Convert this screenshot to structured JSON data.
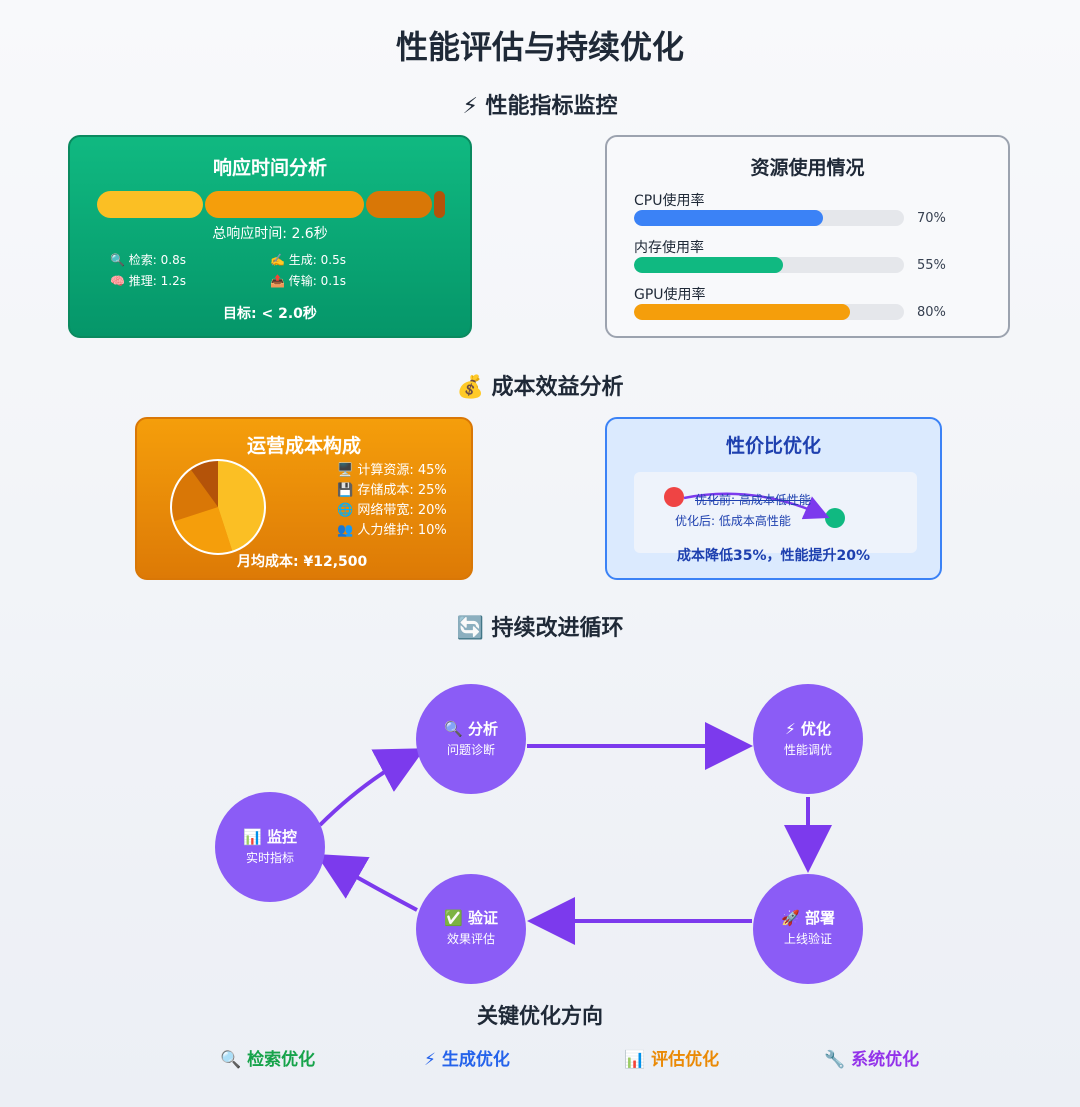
{
  "page_title": "性能评估与持续优化",
  "sections": {
    "metrics": "⚡ 性能指标监控",
    "cost": "💰 成本效益分析",
    "cycle": "🔄 持续改进循环"
  },
  "response_card": {
    "title": "响应时间分析",
    "total": "总响应时间: 2.6秒",
    "target": "目标: < 2.0秒",
    "segments": [
      {
        "name": "检索",
        "seconds": 0.8,
        "color": "#fbbf24"
      },
      {
        "name": "推理",
        "seconds": 1.2,
        "color": "#f59e0b"
      },
      {
        "name": "生成",
        "seconds": 0.5,
        "color": "#d97706"
      },
      {
        "name": "传输",
        "seconds": 0.1,
        "color": "#b45309"
      }
    ],
    "stats": {
      "retrieve": "🔍 检索: 0.8s",
      "generate": "✍️ 生成: 0.5s",
      "reason": "🧠 推理: 1.2s",
      "transfer": "📤 传输: 0.1s"
    }
  },
  "resource_card": {
    "title": "资源使用情况",
    "items": [
      {
        "label": "CPU使用率",
        "value": "70%",
        "percent": 70,
        "color": "#3b82f6"
      },
      {
        "label": "内存使用率",
        "value": "55%",
        "percent": 55,
        "color": "#10b981"
      },
      {
        "label": "GPU使用率",
        "value": "80%",
        "percent": 80,
        "color": "#f59e0b"
      }
    ]
  },
  "cost_card": {
    "title": "运营成本构成",
    "legend": [
      "🖥️ 计算资源: 45%",
      "💾 存储成本: 25%",
      "🌐 网络带宽: 20%",
      "👥 人力维护: 10%"
    ],
    "slices": [
      {
        "name": "计算资源",
        "percent": 45,
        "color": "#fbbf24"
      },
      {
        "name": "存储成本",
        "percent": 25,
        "color": "#f59e0b"
      },
      {
        "name": "网络带宽",
        "percent": 20,
        "color": "#d97706"
      },
      {
        "name": "人力维护",
        "percent": 10,
        "color": "#b45309"
      }
    ],
    "monthly": "月均成本: ¥12,500"
  },
  "perf_card": {
    "title": "性价比优化",
    "before": "优化前: 高成本低性能",
    "after": "优化后: 低成本高性能",
    "summary": "成本降低35%，性能提升20%",
    "before_color": "#ef4444",
    "after_color": "#10b981"
  },
  "cycle": {
    "node_color": "#8b5cf6",
    "arrow_color": "#7c3aed",
    "nodes": {
      "monitor": {
        "title": "📊 监控",
        "sub": "实时指标"
      },
      "analyze": {
        "title": "🔍 分析",
        "sub": "问题诊断"
      },
      "optimize": {
        "title": "⚡ 优化",
        "sub": "性能调优"
      },
      "deploy": {
        "title": "🚀 部署",
        "sub": "上线验证"
      },
      "verify": {
        "title": "✅ 验证",
        "sub": "效果评估"
      }
    }
  },
  "directions": {
    "title": "关键优化方向",
    "items": [
      {
        "label": "🔍 检索优化",
        "color": "#16a34a"
      },
      {
        "label": "⚡ 生成优化",
        "color": "#2563eb"
      },
      {
        "label": "📊 评估优化",
        "color": "#ea8a06"
      },
      {
        "label": "🔧 系统优化",
        "color": "#9333ea"
      }
    ]
  }
}
